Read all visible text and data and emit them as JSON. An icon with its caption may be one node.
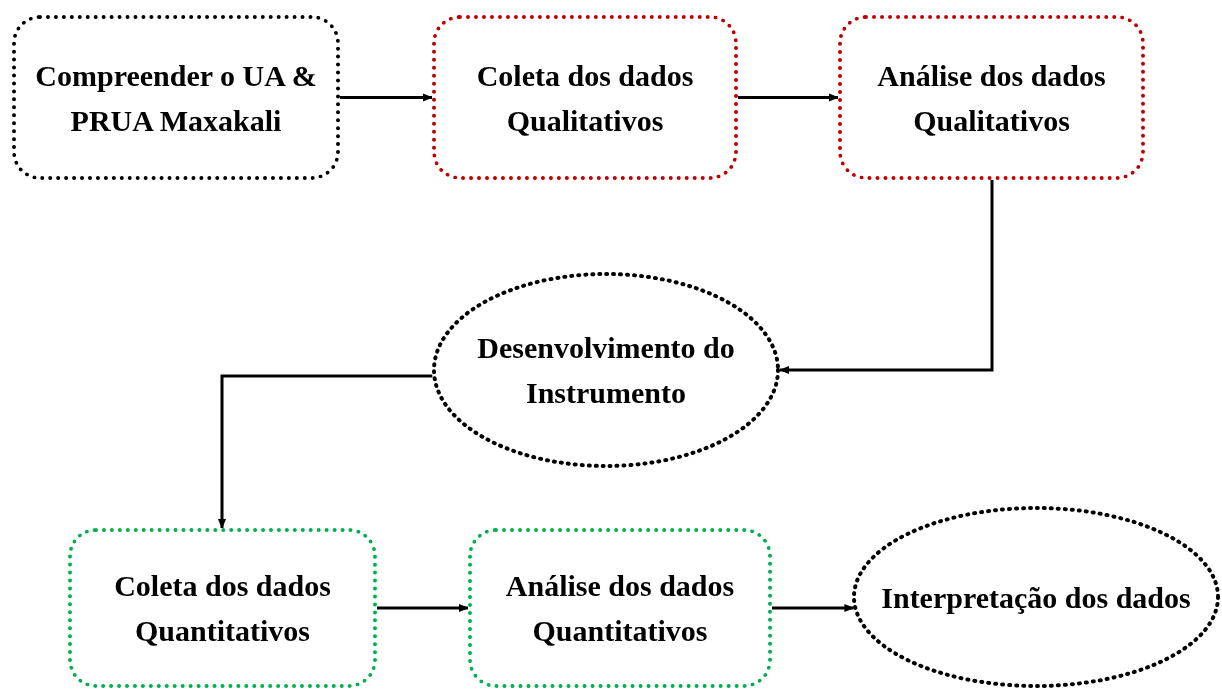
{
  "diagram": {
    "nodes": [
      {
        "text": [
          "Compreender o UA & PRUA Maxakali"
        ]
      },
      {
        "text": [
          "Coleta dos dados Qualitativos"
        ]
      },
      {
        "text": [
          "Análise dos dados Qualitativos"
        ]
      },
      {
        "text": [
          "Desenvolvimento do Instrumento"
        ]
      },
      {
        "text": [
          "Coleta dos dados Quantitativos"
        ]
      },
      {
        "text": [
          "Análise dos dados Quantitativos"
        ]
      },
      {
        "text": [
          "Interpretação dos dados"
        ]
      }
    ],
    "edges": [
      {
        "from": 0,
        "to": 1,
        "arrow": "to"
      },
      {
        "from": 1,
        "to": 2,
        "arrow": "to"
      },
      {
        "from": 2,
        "to": 3,
        "arrow": "to"
      },
      {
        "from": 3,
        "to": 4,
        "arrow": "to"
      },
      {
        "from": 4,
        "to": 5,
        "arrow": "to"
      },
      {
        "from": 5,
        "to": 6,
        "arrow": "to"
      }
    ]
  }
}
